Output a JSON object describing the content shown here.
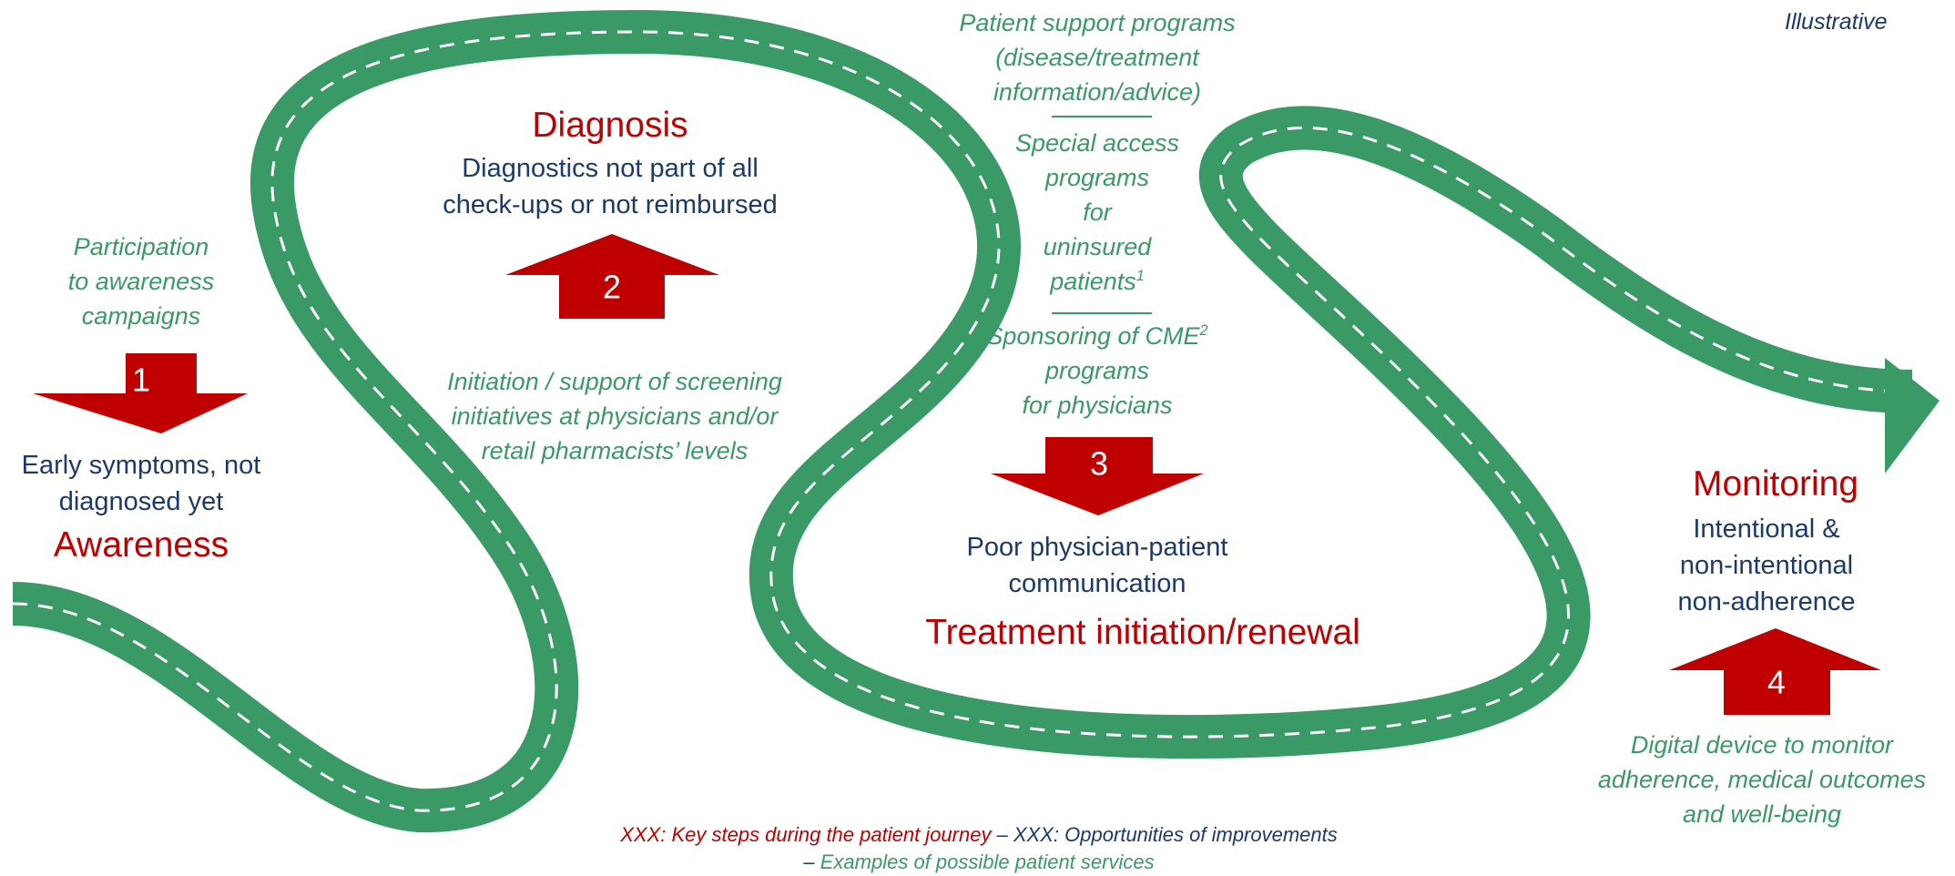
{
  "corner_label": "Illustrative",
  "steps": [
    {
      "number": "1",
      "title": "Awareness",
      "issue_lines": [
        "Early symptoms, not",
        "diagnosed yet"
      ],
      "service_lines": [
        "Participation",
        "to awareness",
        "campaigns"
      ]
    },
    {
      "number": "2",
      "title": "Diagnosis",
      "issue_lines": [
        "Diagnostics not part of all",
        "check-ups or not reimbursed"
      ],
      "service_lines": [
        "Initiation / support of screening",
        "initiatives at physicians and/or",
        "retail pharmacists’ levels"
      ]
    },
    {
      "number": "3",
      "title": "Treatment initiation/renewal",
      "issue_lines": [
        "Poor physician-patient",
        "communication"
      ],
      "service_groups": [
        [
          "Patient support programs",
          "(disease/treatment",
          "information/advice)"
        ],
        [
          "Special access",
          "programs",
          "for",
          "uninsured",
          "patients"
        ],
        [
          "Sponsoring of CME",
          "programs",
          "for physicians"
        ]
      ],
      "footnote_marks": [
        "1",
        "2"
      ]
    },
    {
      "number": "4",
      "title": "Monitoring",
      "issue_lines": [
        "Intentional &",
        "non-intentional",
        "non-adherence"
      ],
      "service_lines": [
        "Digital device to monitor",
        "adherence, medical outcomes",
        "and well-being"
      ]
    }
  ],
  "legend": {
    "key_steps": "XXX: Key steps during the patient journey",
    "sep1": " – ",
    "improvements": "XXX: Opportunities of improvements",
    "sep2": "– ",
    "services": "Examples of possible patient services"
  },
  "colors": {
    "road": "#3a9a66",
    "key_step": "#c00000",
    "improvement": "#1b3a6b",
    "service": "#3a9a66"
  }
}
